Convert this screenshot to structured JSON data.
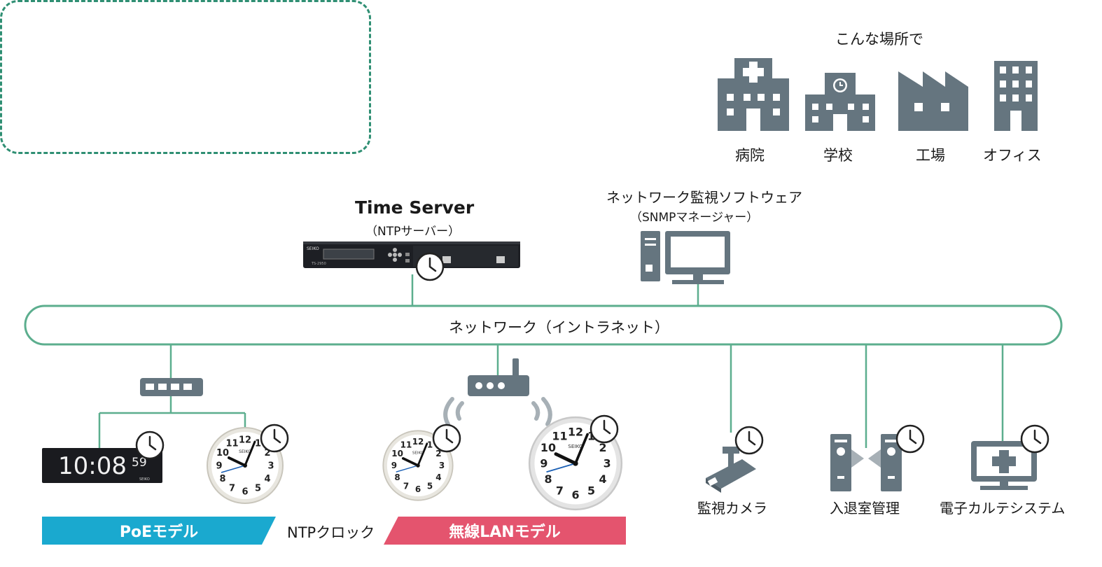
{
  "venues": {
    "title": "こんな場所で",
    "items": [
      {
        "label": "病院",
        "icon": "hospital-icon"
      },
      {
        "label": "学校",
        "icon": "school-icon"
      },
      {
        "label": "工場",
        "icon": "factory-icon"
      },
      {
        "label": "オフィス",
        "icon": "office-icon"
      }
    ]
  },
  "time_server": {
    "title": "Time Server",
    "subtitle": "（NTPサーバー）",
    "brand": "SEIKO",
    "model": "TS-2950"
  },
  "monitor_software": {
    "title": "ネットワーク監視ソフトウェア",
    "subtitle": "（SNMPマネージャー）"
  },
  "network": {
    "label": "ネットワーク（イントラネット）"
  },
  "digital_clock": {
    "time": "10:08",
    "seconds": "59",
    "brand": "SEIKO"
  },
  "analog_clock": {
    "brand": "SEIKO",
    "numbers": [
      "12",
      "1",
      "2",
      "3",
      "4",
      "5",
      "6",
      "7",
      "8",
      "9",
      "10",
      "11"
    ]
  },
  "devices": {
    "camera": "監視カメラ",
    "access": "入退室管理",
    "emr": "電子カルテシステム"
  },
  "bands": {
    "poe": "PoEモデル",
    "ntp": "NTPクロック",
    "wireless": "無線LANモデル"
  },
  "colors": {
    "green": "#5cae8e",
    "icon": "#65757f",
    "poe": "#1aa9cf",
    "wireless": "#e4546e"
  }
}
